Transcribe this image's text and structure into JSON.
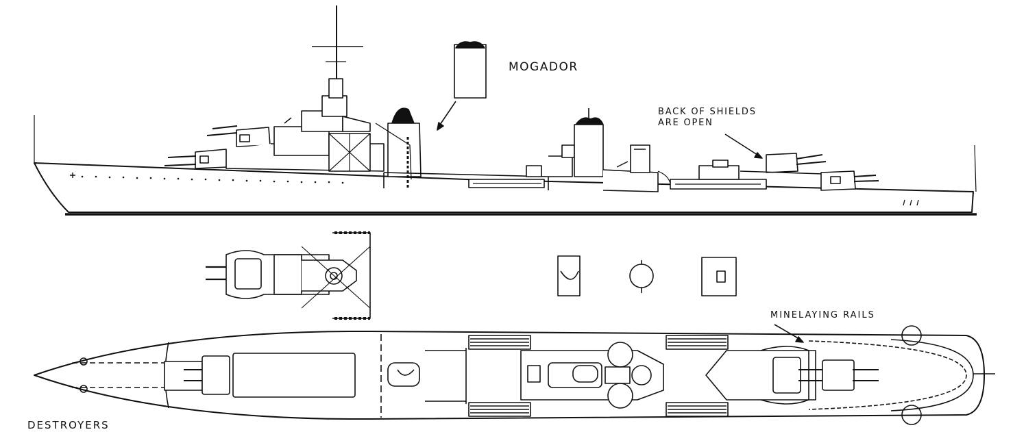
{
  "labels": {
    "ship_name": "MOGADOR",
    "shield_note_line1": "BACK OF SHIELDS",
    "shield_note_line2": "ARE OPEN",
    "rails_note": "MINELAYING RAILS",
    "caption": "DESTROYERS"
  },
  "colors": {
    "ink": "#111111",
    "paper": "#ffffff",
    "shade": "#d9d9d9"
  }
}
